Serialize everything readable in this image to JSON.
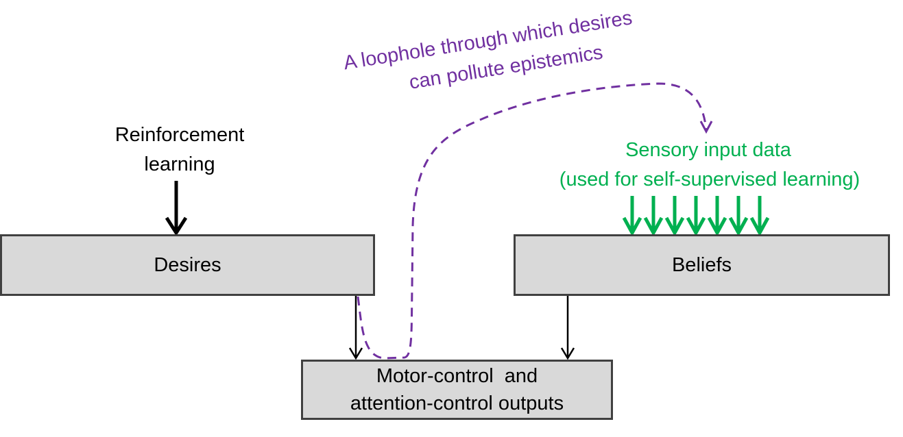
{
  "colors": {
    "loophole": "#7030a0",
    "sensory": "#00b050",
    "box_fill": "#d9d9d9",
    "box_border": "#404040"
  },
  "labels": {
    "reinforcement_line1": "Reinforcement",
    "reinforcement_line2": "learning",
    "loophole_line1": "A loophole through which desires",
    "loophole_line2": "can pollute epistemics",
    "sensory_line1": "Sensory input data",
    "sensory_line2": "(used for self-supervised learning)"
  },
  "boxes": {
    "desires": "Desires",
    "beliefs": "Beliefs",
    "outputs_line1": "Motor-control  and",
    "outputs_line2": "attention-control outputs"
  }
}
